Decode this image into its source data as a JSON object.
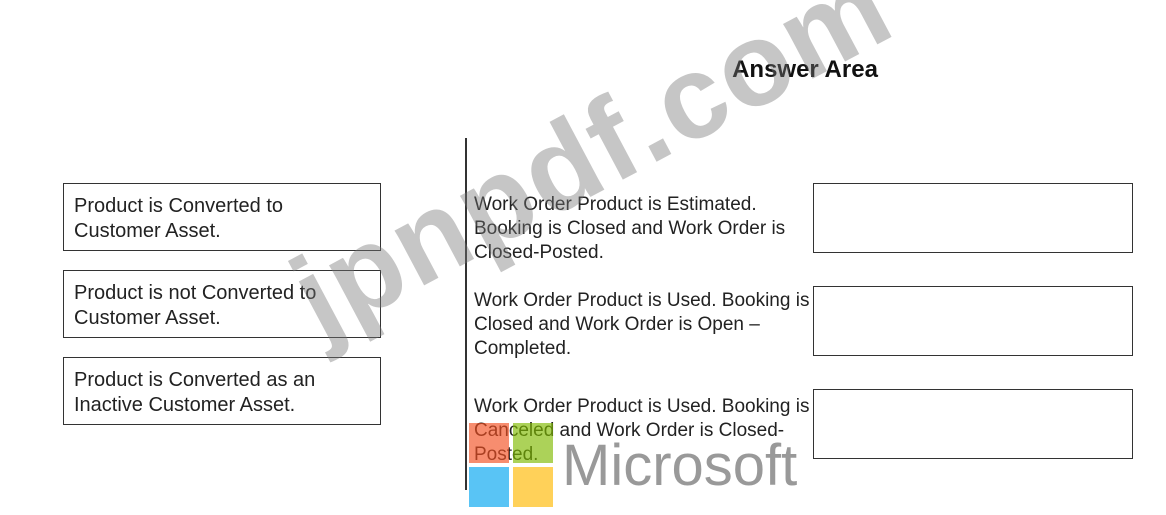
{
  "answer_area": {
    "title": "Answer Area"
  },
  "options": [
    {
      "text": "Product is Converted to Customer Asset."
    },
    {
      "text": "Product is not Converted to Customer Asset."
    },
    {
      "text": "Product is Converted as an Inactive Customer Asset."
    }
  ],
  "statements": [
    {
      "text": "Work Order Product is Estimated. Booking is Closed and Work Order is Closed-Posted."
    },
    {
      "text": "Work Order Product is Used. Booking is Closed and Work Order is Open – Completed."
    },
    {
      "text": "Work Order Product is Used. Booking is Canceled and Work Order is Closed-Posted."
    }
  ],
  "watermark": {
    "text": "jpnpdf.com"
  },
  "brand": {
    "text": "Microsoft"
  }
}
